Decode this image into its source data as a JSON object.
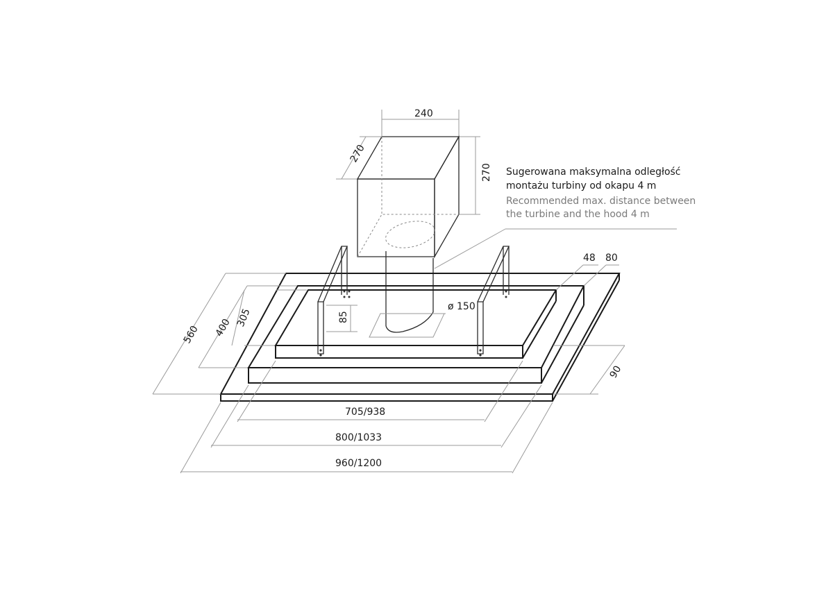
{
  "dimensions": {
    "turbine_width": "240",
    "turbine_depth": "270",
    "turbine_height": "270",
    "depth_outer": "560",
    "depth_middle": "400",
    "depth_inner": "305",
    "bracket_height": "85",
    "duct_diameter": "ø 150",
    "layer_48": "48",
    "layer_80": "80",
    "thickness_90": "90",
    "width_inner": "705/938",
    "width_middle": "800/1033",
    "width_outer": "960/1200"
  },
  "note": {
    "pl_line1": "Sugerowana maksymalna odległość",
    "pl_line2": "montażu turbiny od okapu 4 m",
    "en_line1": "Recommended max. distance between",
    "en_line2": "the turbine and the hood 4 m"
  }
}
